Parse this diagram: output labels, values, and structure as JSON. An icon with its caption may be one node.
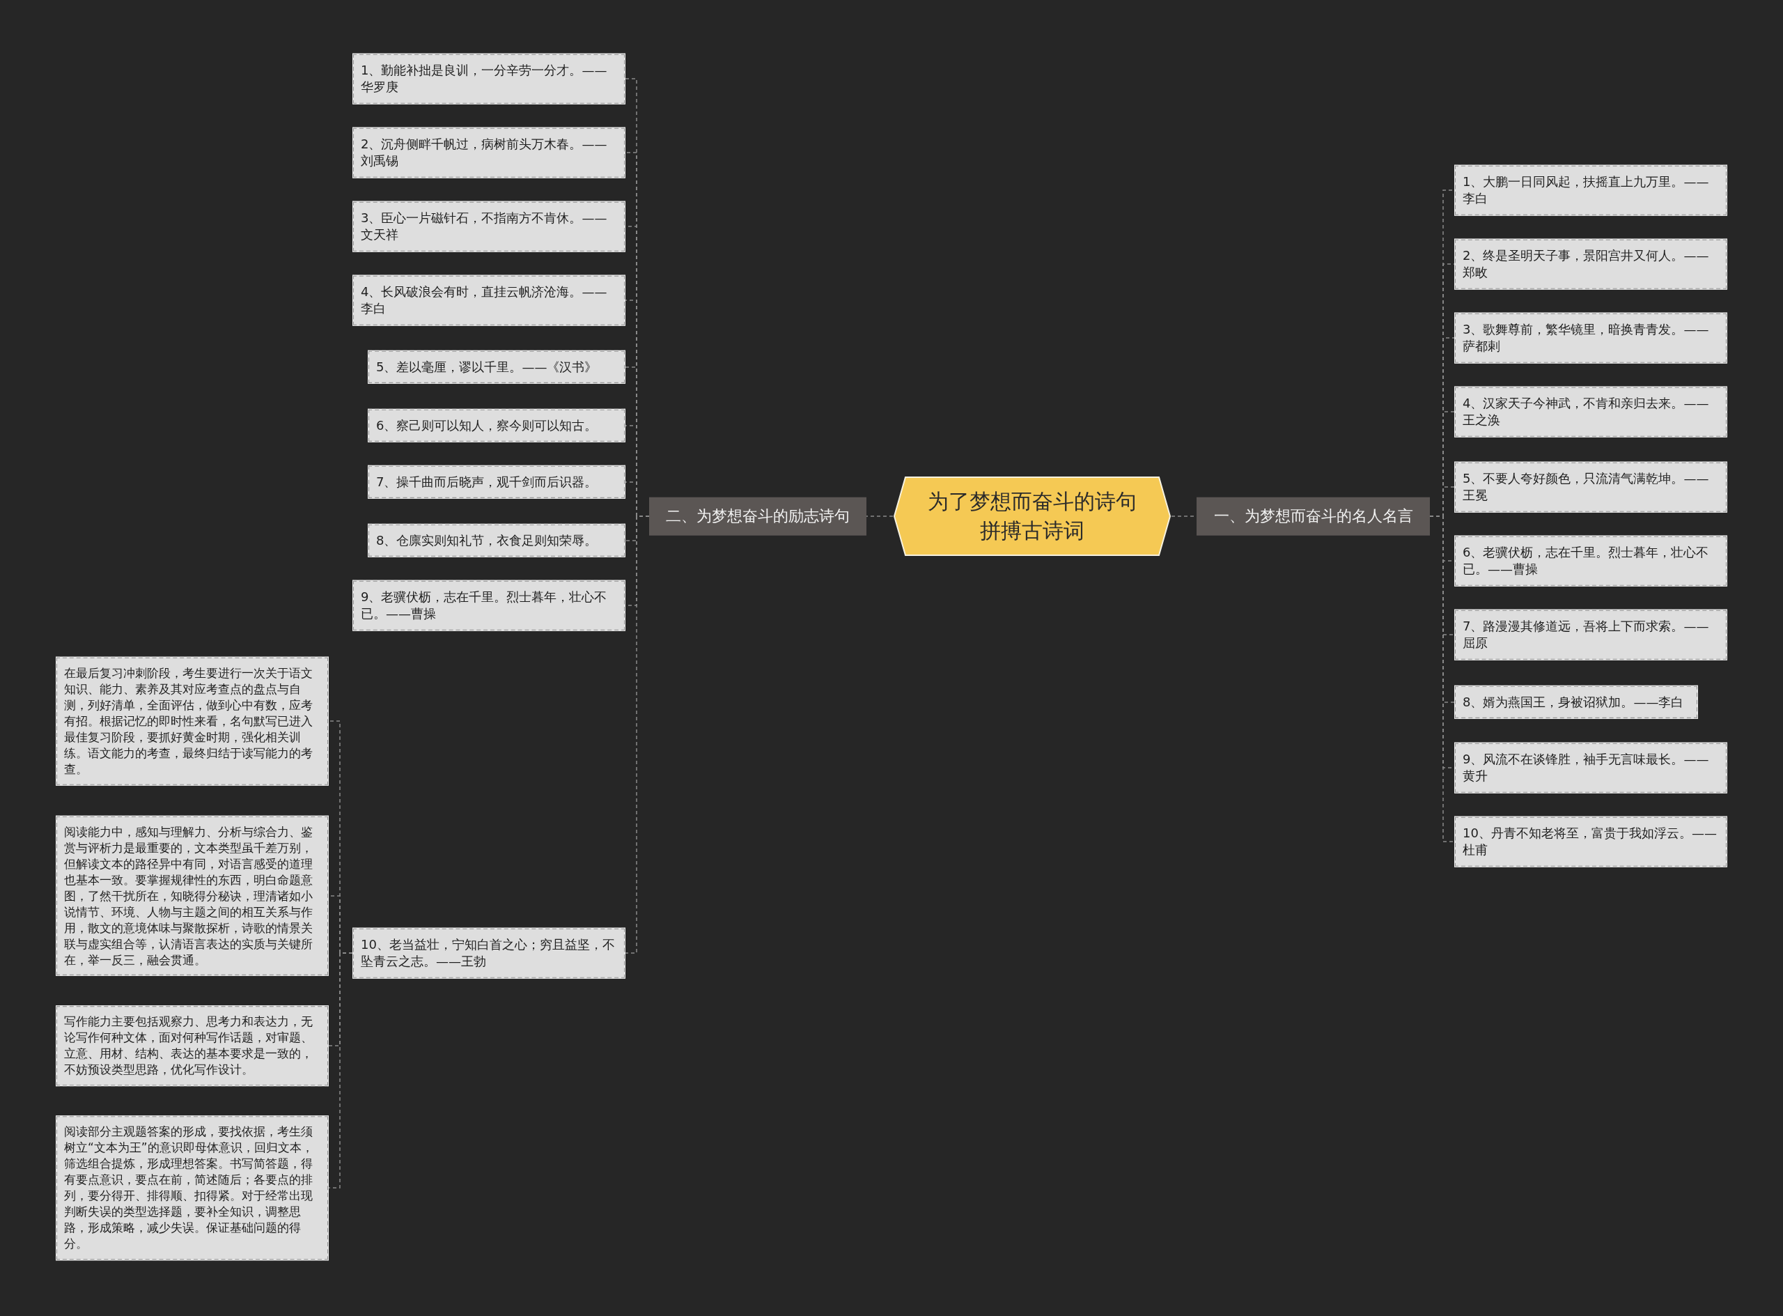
{
  "diagram": {
    "nodes": [
      {
        "text": [
          "为了梦想而奋斗的诗句拼搏古诗词"
        ]
      },
      {
        "text": [
          "一、为梦想而奋斗的名人名言"
        ]
      },
      {
        "text": [
          "1、大鹏一日同风起，扶摇直上九万里。——李白"
        ]
      },
      {
        "text": [
          "2、终是圣明天子事，景阳宫井又何人。——郑畋"
        ]
      },
      {
        "text": [
          "3、歌舞尊前，繁华镜里，暗换青青发。——萨都剌"
        ]
      },
      {
        "text": [
          "4、汉家天子今神武，不肯和亲归去来。——王之涣"
        ]
      },
      {
        "text": [
          "5、不要人夸好颜色，只流清气满乾坤。——王冕"
        ]
      },
      {
        "text": [
          "6、老骥伏枥，志在千里。烈士暮年，壮心不已。——曹操"
        ]
      },
      {
        "text": [
          "7、路漫漫其修道远，吾将上下而求索。——屈原"
        ]
      },
      {
        "text": [
          "8、婿为燕国王，身被诏狱加。——李白"
        ]
      },
      {
        "text": [
          "9、风流不在谈锋胜，袖手无言味最长。——黄升"
        ]
      },
      {
        "text": [
          "10、丹青不知老将至，富贵于我如浮云。——杜甫"
        ]
      },
      {
        "text": [
          "二、为梦想奋斗的励志诗句"
        ]
      },
      {
        "text": [
          "1、勤能补拙是良训，一分辛劳一分才。——华罗庚"
        ]
      },
      {
        "text": [
          "2、沉舟侧畔千帆过，病树前头万木春。——刘禹锡"
        ]
      },
      {
        "text": [
          "3、臣心一片磁针石，不指南方不肯休。——文天祥"
        ]
      },
      {
        "text": [
          "4、长风破浪会有时，直挂云帆济沧海。——李白"
        ]
      },
      {
        "text": [
          "5、差以毫厘，谬以千里。——《汉书》"
        ]
      },
      {
        "text": [
          "6、察己则可以知人，察今则可以知古。"
        ]
      },
      {
        "text": [
          "7、操千曲而后晓声，观千剑而后识器。"
        ]
      },
      {
        "text": [
          "8、仓廪实则知礼节，衣食足则知荣辱。"
        ]
      },
      {
        "text": [
          "9、老骥伏枥，志在千里。烈士暮年，壮心不已。——曹操"
        ]
      },
      {
        "text": [
          "10、老当益壮，宁知白首之心；穷且益坚，不坠青云之志。——王勃"
        ]
      },
      {
        "text": [
          "在最后复习冲刺阶段，考生要进行一次关于语文知识、能力、素养及其对应考查点的盘点与自测，列好清单，全面评估，做到心中有数，应考有招。根据记忆的即时性来看，名句默写已进入最佳复习阶段，要抓好黄金时期，强化相关训练。语文能力的考查，最终归结于读写能力的考查。"
        ]
      },
      {
        "text": [
          "阅读能力中，感知与理解力、分析与综合力、鉴赏与评析力是最重要的，文本类型虽千差万别，但解读文本的路径异中有同，对语言感受的道理也基本一致。要掌握规律性的东西，明白命题意图，了然干扰所在，知晓得分秘诀，理清诸如小说情节、环境、人物与主题之间的相互关系与作用，散文的意境体味与聚散探析，诗歌的情景关联与虚实组合等，认清语言表达的实质与关键所在，举一反三，融会贯通。"
        ]
      },
      {
        "text": [
          "写作能力主要包括观察力、思考力和表达力，无论写作何种文体，面对何种写作话题，对审题、立意、用材、结构、表达的基本要求是一致的，不妨预设类型思路，优化写作设计。"
        ]
      },
      {
        "text": [
          "阅读部分主观题答案的形成，要找依据，考生须树立“文本为王”的意识即母体意识，回归文本，筛选组合提炼，形成理想答案。书写简答题，得有要点意识，要点在前，简述随后；各要点的排列，要分得开、排得顺、扣得紧。对于经常出现判断失误的类型选择题，要补全知识，调整思路，形成策略，减少失误。保证基础问题的得分。"
        ]
      }
    ],
    "edges": [
      {
        "from": 0,
        "to": 1,
        "arrow": "none"
      },
      {
        "from": 1,
        "to": 2,
        "arrow": "none"
      },
      {
        "from": 1,
        "to": 3,
        "arrow": "none"
      },
      {
        "from": 1,
        "to": 4,
        "arrow": "none"
      },
      {
        "from": 1,
        "to": 5,
        "arrow": "none"
      },
      {
        "from": 1,
        "to": 6,
        "arrow": "none"
      },
      {
        "from": 1,
        "to": 7,
        "arrow": "none"
      },
      {
        "from": 1,
        "to": 8,
        "arrow": "none"
      },
      {
        "from": 1,
        "to": 9,
        "arrow": "none"
      },
      {
        "from": 1,
        "to": 10,
        "arrow": "none"
      },
      {
        "from": 1,
        "to": 11,
        "arrow": "none"
      },
      {
        "from": 0,
        "to": 12,
        "arrow": "none"
      },
      {
        "from": 12,
        "to": 13,
        "arrow": "none"
      },
      {
        "from": 12,
        "to": 14,
        "arrow": "none"
      },
      {
        "from": 12,
        "to": 15,
        "arrow": "none"
      },
      {
        "from": 12,
        "to": 16,
        "arrow": "none"
      },
      {
        "from": 12,
        "to": 17,
        "arrow": "none"
      },
      {
        "from": 12,
        "to": 18,
        "arrow": "none"
      },
      {
        "from": 12,
        "to": 19,
        "arrow": "none"
      },
      {
        "from": 12,
        "to": 20,
        "arrow": "none"
      },
      {
        "from": 12,
        "to": 21,
        "arrow": "none"
      },
      {
        "from": 12,
        "to": 22,
        "arrow": "none"
      },
      {
        "from": 22,
        "to": 23,
        "arrow": "none"
      },
      {
        "from": 22,
        "to": 24,
        "arrow": "none"
      },
      {
        "from": 22,
        "to": 25,
        "arrow": "none"
      },
      {
        "from": 22,
        "to": 26,
        "arrow": "none"
      }
    ]
  }
}
